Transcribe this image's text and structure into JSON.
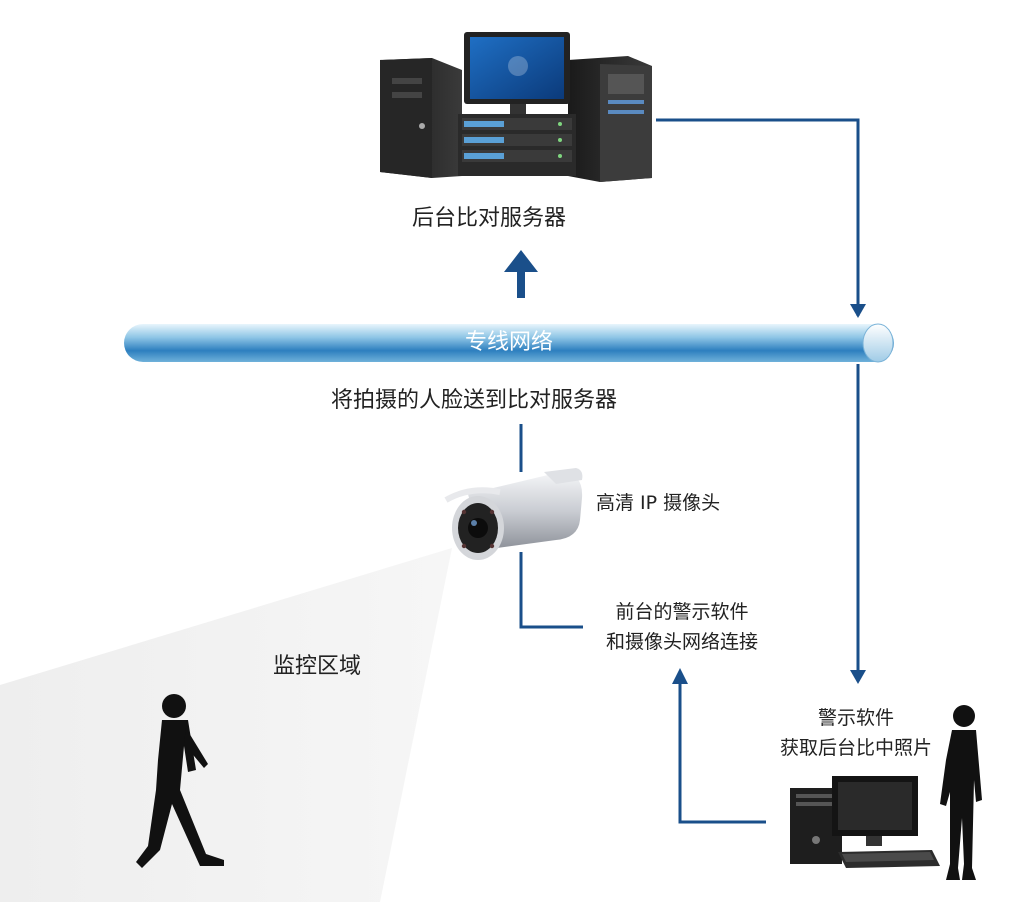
{
  "server_label": "后台比对服务器",
  "network_label": "专线网络",
  "transfer_label": "将拍摄的人脸送到比对服务器",
  "camera_label": "高清 IP 摄像头",
  "front_software_label_line1": "前台的警示软件",
  "front_software_label_line2": "和摄像头网络连接",
  "monitor_area_label": "监控区域",
  "alert_software_label_line1": "警示软件",
  "alert_software_label_line2": "获取后台比中照片",
  "colors": {
    "arrow": "#1a4f8a",
    "pipe_light": "#cfe8f6",
    "pipe_dark": "#2d7fbf"
  }
}
